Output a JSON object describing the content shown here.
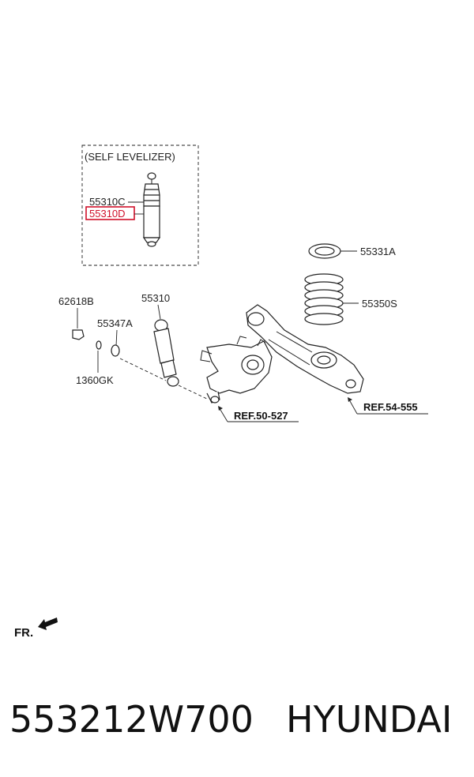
{
  "diagram": {
    "inset_title": "(SELF LEVELIZER)",
    "labels": {
      "p55310C": "55310C",
      "p55310D": "55310D",
      "p55331A": "55331A",
      "p55350S": "55350S",
      "p62618B": "62618B",
      "p55310": "55310",
      "p55347A": "55347A",
      "p1360GK": "1360GK",
      "ref50": "REF.50-527",
      "ref54": "REF.54-555",
      "front": "FR."
    },
    "highlight_color": "#d0102a"
  },
  "footer": {
    "part_number": "553212W700",
    "brand": "HYUNDAI"
  }
}
